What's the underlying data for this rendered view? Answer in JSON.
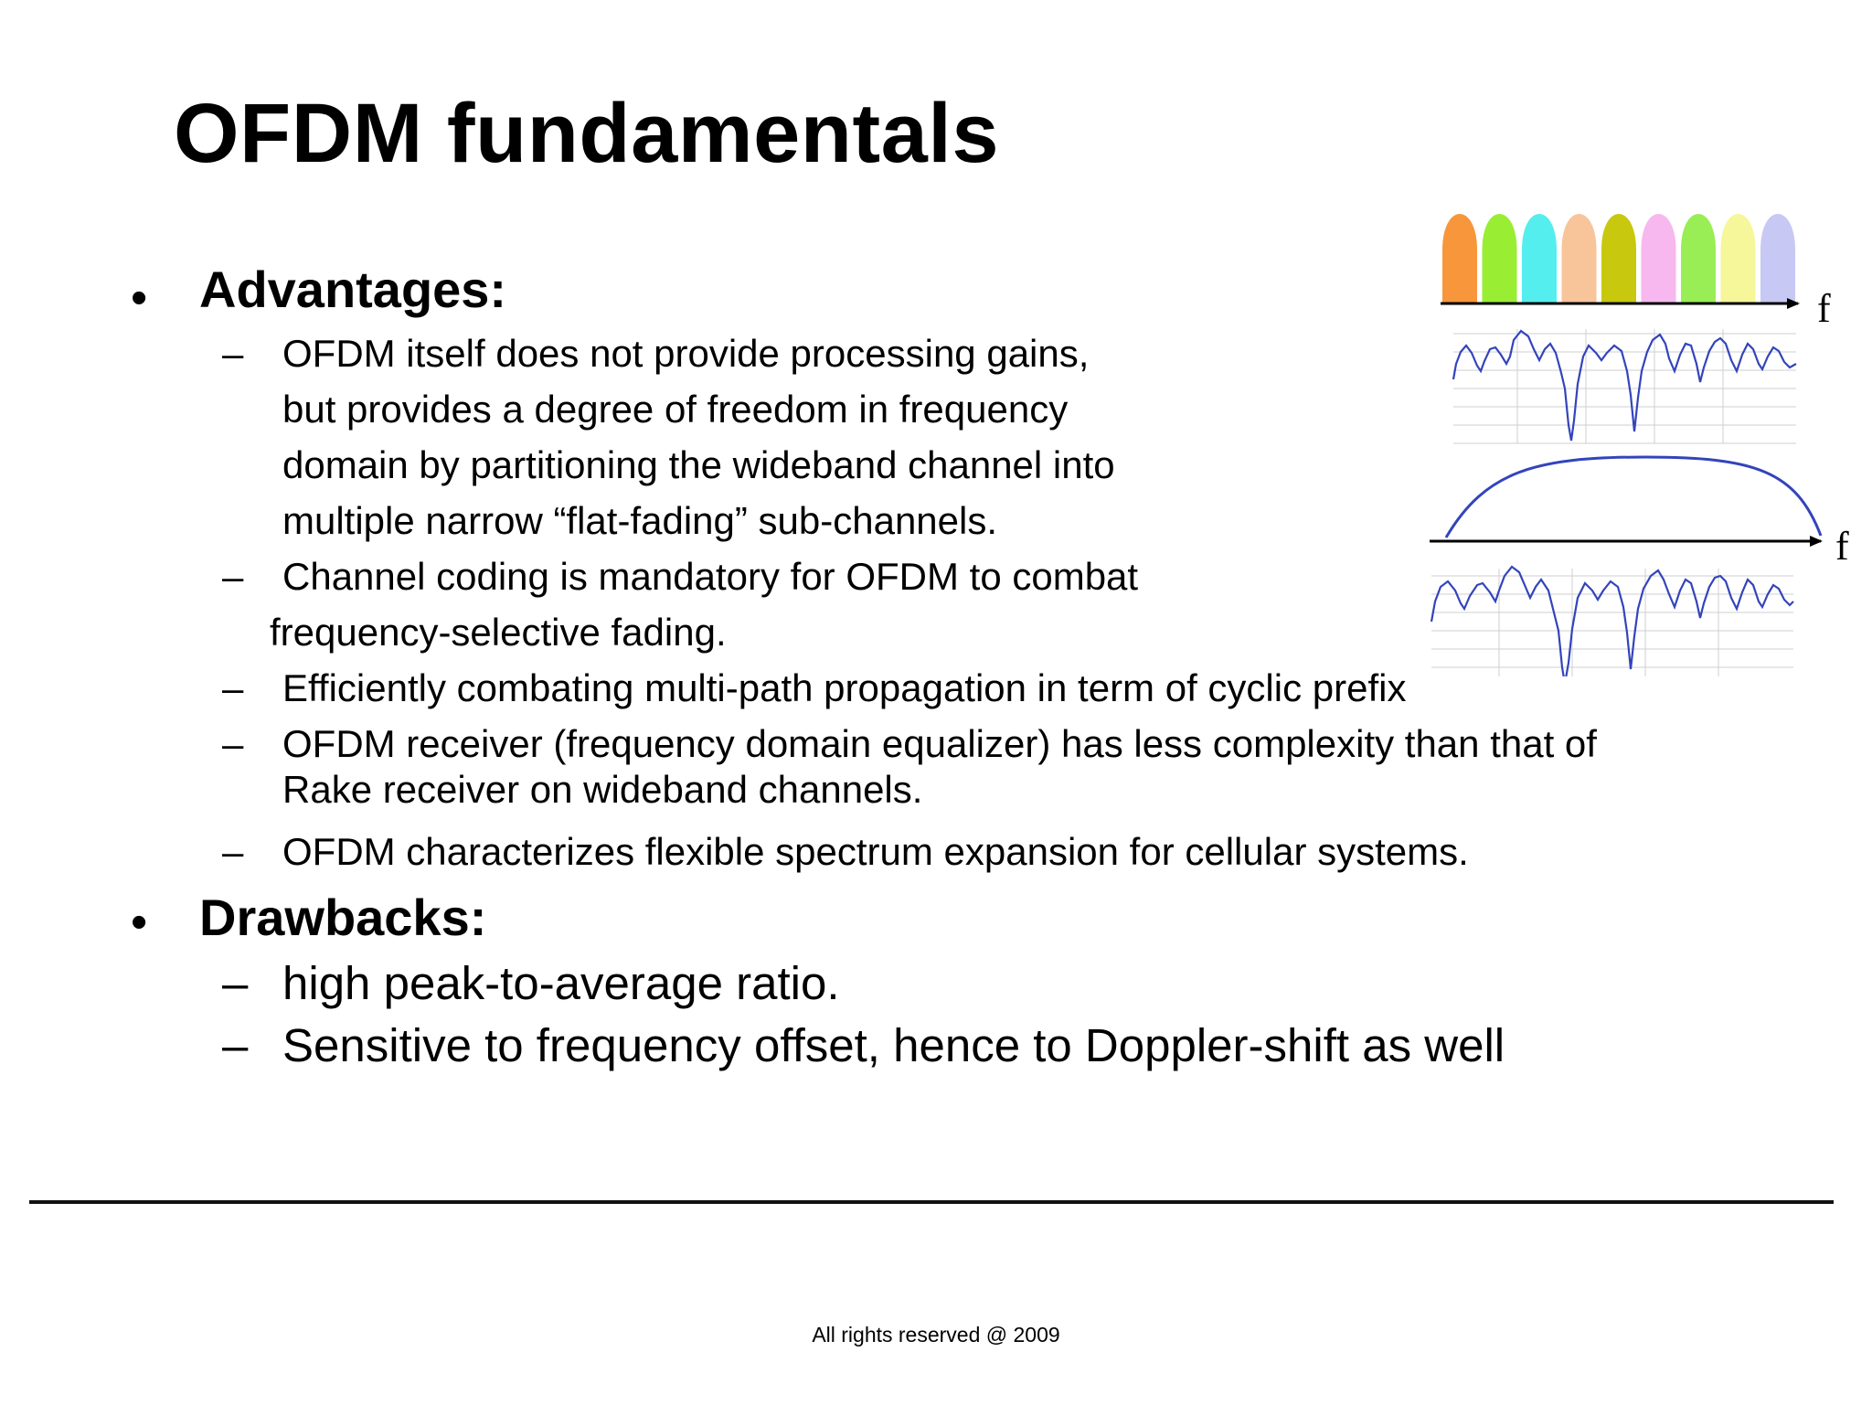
{
  "title": "OFDM fundamentals",
  "bullet_symbol": "•",
  "dash_symbol": "–",
  "advantages": {
    "heading": "Advantages:",
    "item1": [
      "OFDM itself does not provide processing gains,",
      "but provides a degree of freedom in frequency",
      "domain by partitioning the wideband channel into",
      "multiple narrow “flat-fading” sub-channels."
    ],
    "item2": [
      "Channel coding is mandatory for OFDM to combat",
      "frequency-selective fading."
    ],
    "item3": "Efficiently combating multi-path propagation in term of cyclic prefix",
    "item4": [
      "OFDM receiver (frequency domain equalizer) has less complexity than that of",
      "Rake receiver on wideband channels."
    ],
    "item5": "OFDM characterizes flexible spectrum expansion for cellular systems."
  },
  "drawbacks": {
    "heading": "Drawbacks:",
    "item1": "high peak-to-average ratio.",
    "item2": "Sensitive to frequency offset, hence to Doppler-shift as well"
  },
  "figure": {
    "axis_label_top": "f",
    "axis_label_bottom": "f",
    "subcarrier_colors": [
      "#f7963a",
      "#99ee33",
      "#55eeee",
      "#f8c49a",
      "#c8c80e",
      "#f6b8ee",
      "#99ee55",
      "#f6f69a",
      "#c8c8f4"
    ],
    "curve_color": "#3344bb"
  },
  "footer": "All rights reserved @ 2009"
}
